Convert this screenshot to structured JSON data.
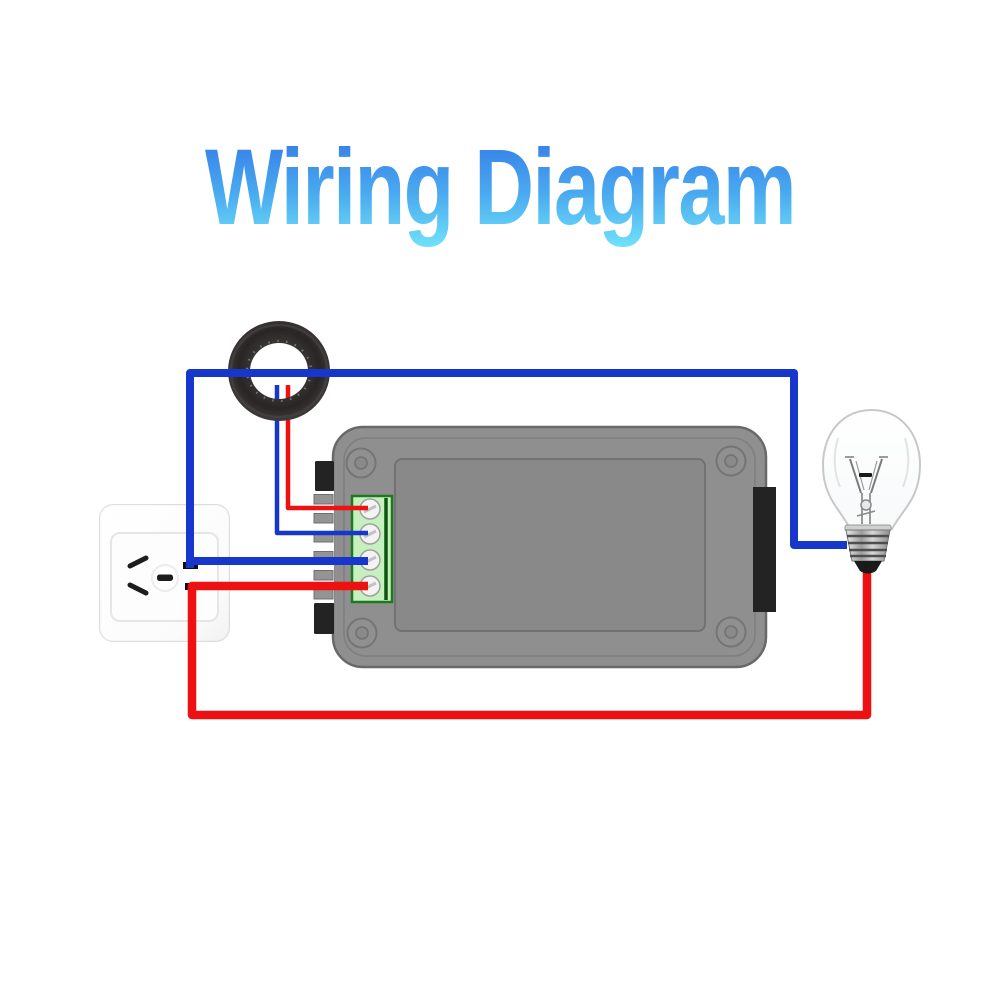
{
  "title": {
    "text": "Wiring Diagram",
    "gradient_top": "#3174e6",
    "gradient_mid": "#49a9ef",
    "gradient_bottom": "#70e1fa"
  },
  "colors": {
    "wire_blue": "#1737cc",
    "wire_red": "#ee1111",
    "meter_body": "#8f8f8f",
    "meter_panel": "#898989",
    "terminal_block": "#c6f0bd",
    "terminal_border": "#1e7a1e",
    "ct_ring": "#2d2929",
    "connector_black": "#232323",
    "socket_plate": "#ffffff"
  },
  "components": {
    "ct_ring_label": "current-transformer-ring",
    "meter_label": "power-meter-module",
    "socket_label": "wall-power-socket",
    "bulb_label": "incandescent-light-bulb",
    "terminal_count": "4"
  }
}
